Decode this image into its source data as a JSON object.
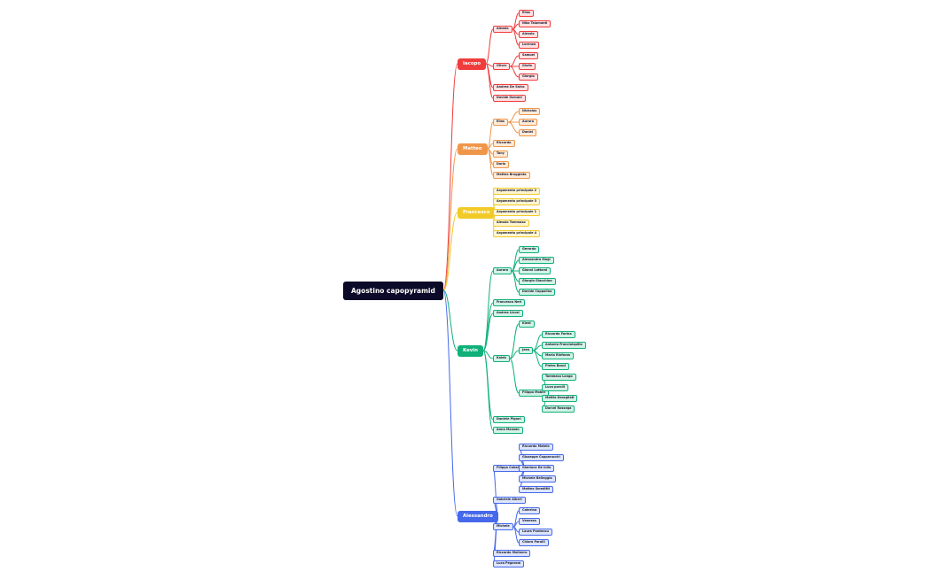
{
  "root": {
    "label": "Agostino capopyramid"
  },
  "branches": [
    {
      "id": "iacopo",
      "label": "Iacopo",
      "color": "#f03c3c",
      "fill": "#fde1e1",
      "children": [
        {
          "label": "Alessio",
          "children": [
            {
              "label": "Elias"
            },
            {
              "label": "Niko Talamanti"
            },
            {
              "label": "Alessio"
            },
            {
              "label": "Lorenzo"
            }
          ]
        },
        {
          "label": "Oliver",
          "children": [
            {
              "label": "Samuel"
            },
            {
              "label": "Giulio"
            },
            {
              "label": "Giorgio"
            }
          ]
        },
        {
          "label": "Andrea De Salvo"
        },
        {
          "label": "Davide Osmani"
        }
      ]
    },
    {
      "id": "matteo",
      "label": "Matteo",
      "color": "#f0964a",
      "fill": "#fdebd9",
      "children": [
        {
          "label": "Elias",
          "children": [
            {
              "label": "Nicholas"
            },
            {
              "label": "Aurora"
            },
            {
              "label": "Daniel"
            }
          ]
        },
        {
          "label": "Riccardo"
        },
        {
          "label": "Tony"
        },
        {
          "label": "Dario"
        },
        {
          "label": "Matteo Broggiato"
        }
      ]
    },
    {
      "id": "francesco",
      "label": "Francesco",
      "color": "#f2ca28",
      "fill": "#fdf5d2",
      "children": [
        {
          "label": "Argomento principale 2"
        },
        {
          "label": "Argomento principale 3"
        },
        {
          "label": "Argomento principale 1"
        },
        {
          "label": "Alessio Tommaso"
        },
        {
          "label": "Argomento principale 4"
        }
      ]
    },
    {
      "id": "kevin",
      "label": "Kevin",
      "color": "#10b07a",
      "fill": "#d2f3e6",
      "children": [
        {
          "label": "Aurora",
          "children": [
            {
              "label": "Gerardo"
            },
            {
              "label": "Alessandro Magi"
            },
            {
              "label": "Gianni Lottorsi"
            },
            {
              "label": "Giorgio Giacchino"
            },
            {
              "label": "Davide Coppolino"
            }
          ]
        },
        {
          "label": "Francesco Neri"
        },
        {
          "label": "Andrea Liccai"
        },
        {
          "label": "Kaleb",
          "children": [
            {
              "label": "Kledi"
            },
            {
              "label": "Jeen",
              "children": [
                {
                  "label": "Riccardo Farina"
                },
                {
                  "label": "Antonio Franciolapilla"
                },
                {
                  "label": "Mario Rinforza"
                },
                {
                  "label": "Pietro Bonci"
                }
              ]
            },
            {
              "label": "Filippo Mobili",
              "children": [
                {
                  "label": "Tommaso Longo"
                },
                {
                  "label": "Luca porcili"
                },
                {
                  "label": "Mattia Daragliati"
                },
                {
                  "label": "Dorcel Rossega"
                }
              ]
            }
          ]
        },
        {
          "label": "Daniele Pigoni"
        },
        {
          "label": "Anna Manzan"
        }
      ]
    },
    {
      "id": "alessandro",
      "label": "Alessandro",
      "color": "#4669eb",
      "fill": "#dde5fb",
      "children": [
        {
          "label": "Filippo Cabalat",
          "children": [
            {
              "label": "Riccardo Matelo"
            },
            {
              "label": "Giuseppe Capparucchi"
            },
            {
              "label": "Gianluca De Iulio"
            },
            {
              "label": "Michele Belleggia"
            },
            {
              "label": "Matteo Smeditti"
            }
          ]
        },
        {
          "label": "Gabriele Alberi"
        },
        {
          "label": "Michele",
          "children": [
            {
              "label": "Caterina"
            },
            {
              "label": "Vanessa"
            },
            {
              "label": "Laura Pontecou"
            },
            {
              "label": "Chiara Parolli"
            }
          ]
        },
        {
          "label": "Riccardo Molinero"
        },
        {
          "label": "Luca Pegorom"
        }
      ]
    }
  ]
}
